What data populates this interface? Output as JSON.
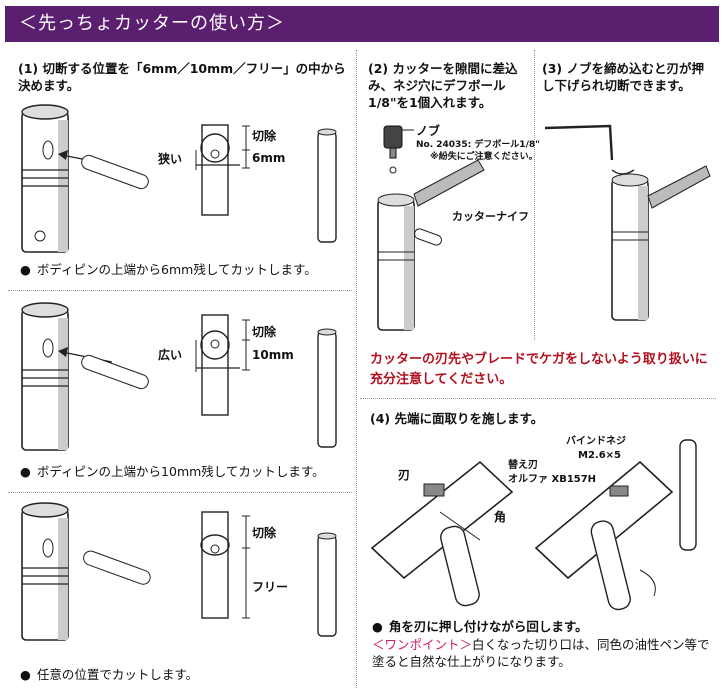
{
  "header": {
    "title": "＜先っちょカッターの使い方＞"
  },
  "step1": {
    "instruction": "(1) 切断する位置を「6mm／10mm／フリー」の中から決めます。",
    "rows": [
      {
        "caption": "ボディピンの上端から6mm残してカットします。",
        "cut_label": "切除",
        "width_label": "狭い",
        "size_label": "6mm"
      },
      {
        "caption": "ボディピンの上端から10mm残してカットします。",
        "cut_label": "切除",
        "width_label": "広い",
        "size_label": "10mm"
      },
      {
        "caption": "任意の位置でカットします。",
        "cut_label": "切除",
        "size_label": "フリー"
      }
    ]
  },
  "step2": {
    "instruction": "(2) カッターを隙間に差込み、ネジ穴にデフボール1/8\"を1個入れます。",
    "knob_label": "ノブ",
    "part_note_1": "No. 24035: デフボール1/8\"",
    "part_note_2": "※紛失にご注意ください。",
    "cutter_label": "カッターナイフ"
  },
  "step3": {
    "instruction": "(3) ノブを締め込むと刃が押し下げられ切断できます。"
  },
  "warning": "カッターの刃先やブレードでケガをしないよう取り扱いに充分注意してください。",
  "step4": {
    "instruction": "(4) 先端に面取りを施します。",
    "blade_label": "刃",
    "corner_label": "角",
    "bind_screw_label": "バインドネジ",
    "bind_screw_size": "M2.6×5",
    "spare_blade_label": "替え刃",
    "spare_blade_part": "オルファ XB157H",
    "bullet": "角を刃に押し付けながら回します。",
    "point_tag": "＜ワンポイント＞",
    "point_text": "白くなった切り口は、同色の油性ペン等で塗ると自然な仕上がりになります。"
  }
}
